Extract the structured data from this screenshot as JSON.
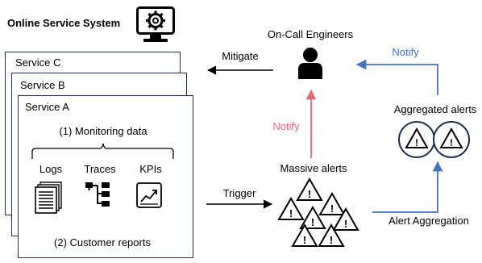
{
  "system": {
    "title": "Online Service System",
    "monitor_icon": "gear-monitor-icon"
  },
  "services": [
    "Service C",
    "Service B",
    "Service A"
  ],
  "monitoring": {
    "title": "(1) Monitoring data",
    "items": [
      {
        "label": "Logs",
        "icon": "documents-icon"
      },
      {
        "label": "Traces",
        "icon": "trace-tree-icon"
      },
      {
        "label": "KPIs",
        "icon": "line-chart-icon"
      }
    ]
  },
  "customer_reports": "(2) Customer reports",
  "edges": {
    "trigger": "Trigger",
    "mitigate": "Mitigate",
    "notify_left": "Notify",
    "notify_right": "Notify",
    "aggregation": "Alert Aggregation"
  },
  "engineers": {
    "label": "On-Call Engineers",
    "icon": "person-icon"
  },
  "massive_alerts": {
    "label": "Massive alerts",
    "icon": "warning-triangle-icon"
  },
  "aggregated_alerts": {
    "label": "Aggregated alerts",
    "icon": "warning-circle-icon"
  },
  "colors": {
    "dark": "#1f2f4c",
    "notify_red": "#e06a7b",
    "notify_blue": "#4472c4",
    "black": "#000000"
  }
}
